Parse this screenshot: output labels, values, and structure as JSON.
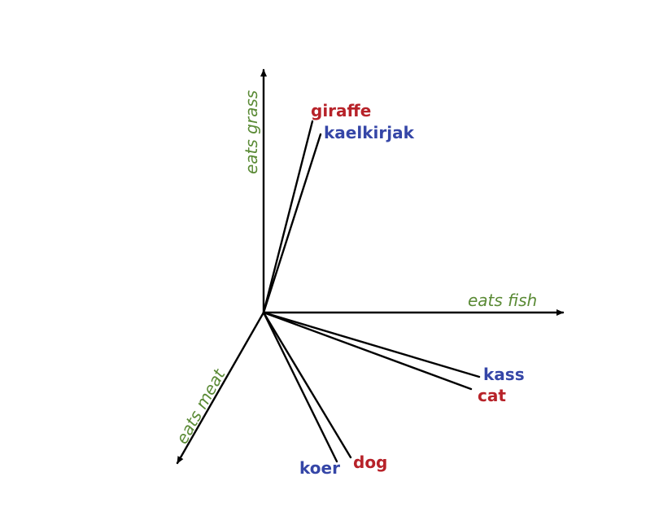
{
  "colors": {
    "axis_label": "#5a8a35",
    "english": "#b72229",
    "estonian": "#3546a7",
    "line": "#000000"
  },
  "axes": {
    "grass": "eats grass",
    "fish": "eats fish",
    "meat": "eats meat"
  },
  "words": {
    "giraffe": "giraffe",
    "kaelkirjak": "kaelkirjak",
    "kass": "kass",
    "cat": "cat",
    "dog": "dog",
    "koer": "koer"
  }
}
